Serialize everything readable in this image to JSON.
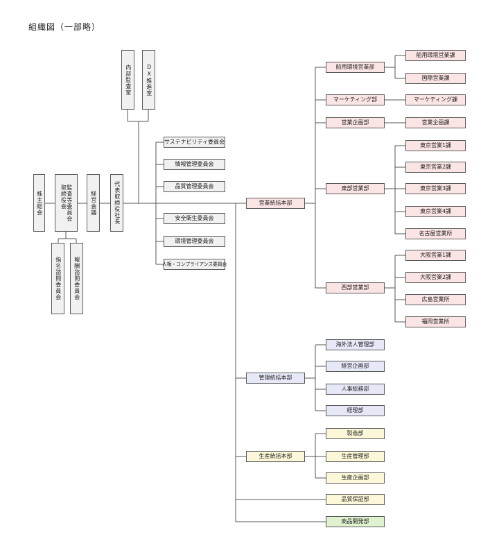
{
  "title": "組織図（一部略）",
  "top_boxes": {
    "shareholders": "株主総会",
    "audit_committee": "監査等委員会\n取締役会",
    "management_council": "経営会議",
    "president": "代表取締役社長",
    "nomination_committee": "指名諮問委員会",
    "compensation_committee": "報酬諮問委員会",
    "internal_audit": "内部監査室",
    "dx_office": "DX推進室"
  },
  "committees": [
    "サステナビリティ委員会",
    "情報管理委員会",
    "品質管理委員会",
    "安全衛生委員会",
    "環境管理委員会",
    "人権・コンプライアンス委員会"
  ],
  "divisions": {
    "sales": "営業統括本部",
    "admin": "管理統括本部",
    "production": "生産統括本部",
    "qa": "品質保証部",
    "product_dev": "商品開発部"
  },
  "sales_departments": {
    "marine": "船用環境営業部",
    "marketing": "マーケティング部",
    "planning": "営業企画部",
    "east": "東部営業部",
    "west": "西部営業部"
  },
  "sales_sections": {
    "marine": [
      "船用環境営業課",
      "国際営業課"
    ],
    "marketing": [
      "マーケティング課"
    ],
    "planning": [
      "営業企画課"
    ],
    "east": [
      "東京営業1課",
      "東京営業2課",
      "東京営業3課",
      "東京営業4課",
      "名古屋営業所"
    ],
    "west": [
      "大阪営業1課",
      "大阪営業2課",
      "広島営業所",
      "福岡営業所"
    ]
  },
  "admin_departments": [
    "海外法人管理部",
    "経営企画部",
    "人事総務部",
    "経理部"
  ],
  "production_departments": [
    "製造部",
    "生産管理部",
    "生産企画部"
  ],
  "colors": {
    "gray": "#f1f1f1",
    "sales": "#fbe4e4",
    "admin": "#e6e8f8",
    "production": "#fbf7d8",
    "product_dev": "#dff1cf",
    "line": "#555555"
  }
}
